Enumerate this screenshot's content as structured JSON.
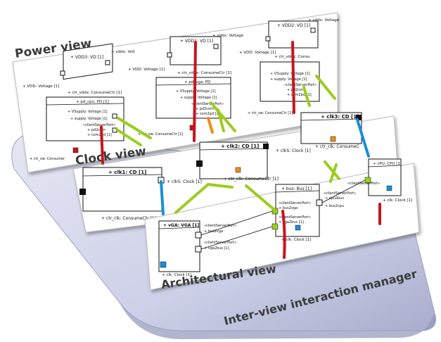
{
  "labels": {
    "power_view": "Power view",
    "clock_view": "Clock view",
    "architectural_view": "Architectural view",
    "manager": "Inter-view interaction manager"
  },
  "power": {
    "vdd3": "+ VDD3: VD [1]",
    "vdd1": "+ VDD1: VD [1]",
    "vdd2": "+ VDD2: VD [1]",
    "vddx_volt": "+ vddx: Volt",
    "vddx_voltage": "+ vddx: Voltage",
    "vdd_voltage": "+ VDD: Voltage [1]",
    "ctr_vddx": "+ ctr_vddx: ConsumeCtr [1]",
    "ctr_vddx_short": "+ ctr_vddx: Consu",
    "pd_cpu": "+ pd_cpu: PD [1]",
    "pd_vga": "+ pd_vga: PD",
    "vsupply": "+ VSupply: Voltage [1]",
    "supply_voltage": "+ supply: Voltage [1]",
    "client_server_port": "«clientServerPort»",
    "pd2com": "+ pd2com",
    "com2pd": "+ com2pd [1]",
    "ctr_sw": "+ ctr_sw: Consumer",
    "ctr_sw_long": "+ ctr_sw: ConsumeCtr [1]"
  },
  "clock": {
    "clk1": "+ clk1: CD [1]",
    "clk2": "+ clk2: CD [1]",
    "clk3": "+ clk3: CD [1]",
    "clks": "+ clkS: Clock [1]",
    "clks_short": "+ clkS: Clock [1]",
    "ctr_clk": "+ ctr_clk: ConsumeCtr [1]",
    "ctr_clk_short": "+ ctr_clk: ConsumeC"
  },
  "arch": {
    "vga": "+ vGA: VGA [1]",
    "bus": "+ bus: Bus [1]",
    "cpu": "+ cPU: CPU [1]",
    "client_server_port": "«clientServerPort»",
    "bus2vga": "+ bus2vga",
    "vga2bus": "+ vga2bus [1]",
    "cpu2bus": "+ cpu2bus",
    "bus2cpu": "+ bus2cpu",
    "clk_clock": "+ clk: Clock [1]"
  },
  "colors": {
    "red": "#c8141c",
    "green": "#9ccc1e",
    "blue": "#1a8fd6",
    "orange": "#f08c1a",
    "platform": "#d4d6ec"
  }
}
